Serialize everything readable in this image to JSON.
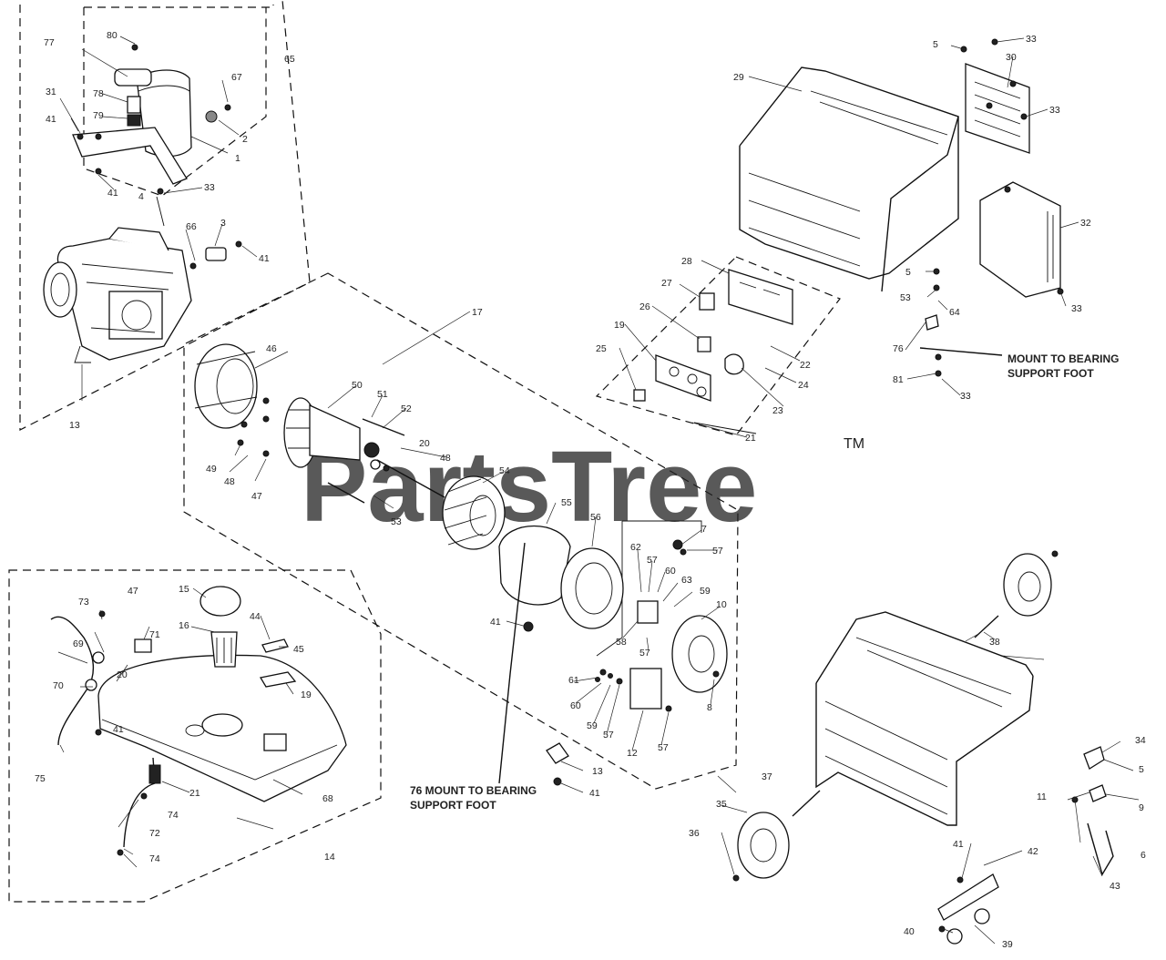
{
  "watermark": {
    "text": "PartsTree",
    "trademark": "TM"
  },
  "notes": {
    "frame_mount": [
      "MOUNT TO BEARING",
      "SUPPORT FOOT"
    ],
    "alternator_mount": [
      "76 MOUNT TO BEARING",
      "SUPPORT FOOT"
    ]
  },
  "callouts": {
    "c80": "80",
    "c77": "77",
    "c65": "65",
    "c67": "67",
    "c78": "78",
    "c79": "79",
    "c31": "31",
    "c41a": "41",
    "c2": "2",
    "c1": "1",
    "c41b": "41",
    "c4": "4",
    "c33a": "33",
    "c66": "66",
    "c3": "3",
    "c41c": "41",
    "c13a": "13",
    "c17": "17",
    "c46": "46",
    "c50": "50",
    "c51": "51",
    "c52": "52",
    "c20a": "20",
    "c48a": "48",
    "c49": "49",
    "c48b": "48",
    "c47a": "47",
    "c53a": "53",
    "c54": "54",
    "c55": "55",
    "c56": "56",
    "c7": "7",
    "c57a": "57",
    "c62": "62",
    "c57b": "57",
    "c60a": "60",
    "c63": "63",
    "c59a": "59",
    "c10": "10",
    "c58": "58",
    "c57c": "57",
    "c41d": "41",
    "c61a": "61",
    "c60b": "60",
    "c59b": "59",
    "c57d": "57",
    "c12": "12",
    "c57e": "57",
    "c8": "8",
    "c13b": "13",
    "c41e": "41",
    "c5a": "5",
    "c33b": "33",
    "c30": "30",
    "c29": "29",
    "c33c": "33",
    "c32": "32",
    "c5b": "5",
    "c53b": "53",
    "c64": "64",
    "c33d": "33",
    "c28": "28",
    "c27": "27",
    "c26": "26",
    "c19a": "19",
    "c25": "25",
    "c22": "22",
    "c24": "24",
    "c23": "23",
    "c21a": "21",
    "c76": "76",
    "c81": "81",
    "c33e": "33",
    "c15": "15",
    "c73": "73",
    "c47b": "47",
    "c16": "16",
    "c44": "44",
    "c69": "69",
    "c71": "71",
    "c45": "45",
    "c20b": "20",
    "c19b": "19",
    "c70": "70",
    "c41f": "41",
    "c75": "75",
    "c21b": "21",
    "c68": "68",
    "c74a": "74",
    "c72": "72",
    "c74b": "74",
    "c14": "14",
    "c38": "38",
    "c34": "34",
    "c5c": "5",
    "c11": "11",
    "c9": "9",
    "c37": "37",
    "c35": "35",
    "c36": "36",
    "c41g": "41",
    "c42": "42",
    "c6": "6",
    "c43": "43",
    "c40": "40",
    "c39": "39"
  },
  "colors": {
    "ink": "#111111",
    "watermark": "#c9c9c9",
    "paper": "#ffffff"
  }
}
